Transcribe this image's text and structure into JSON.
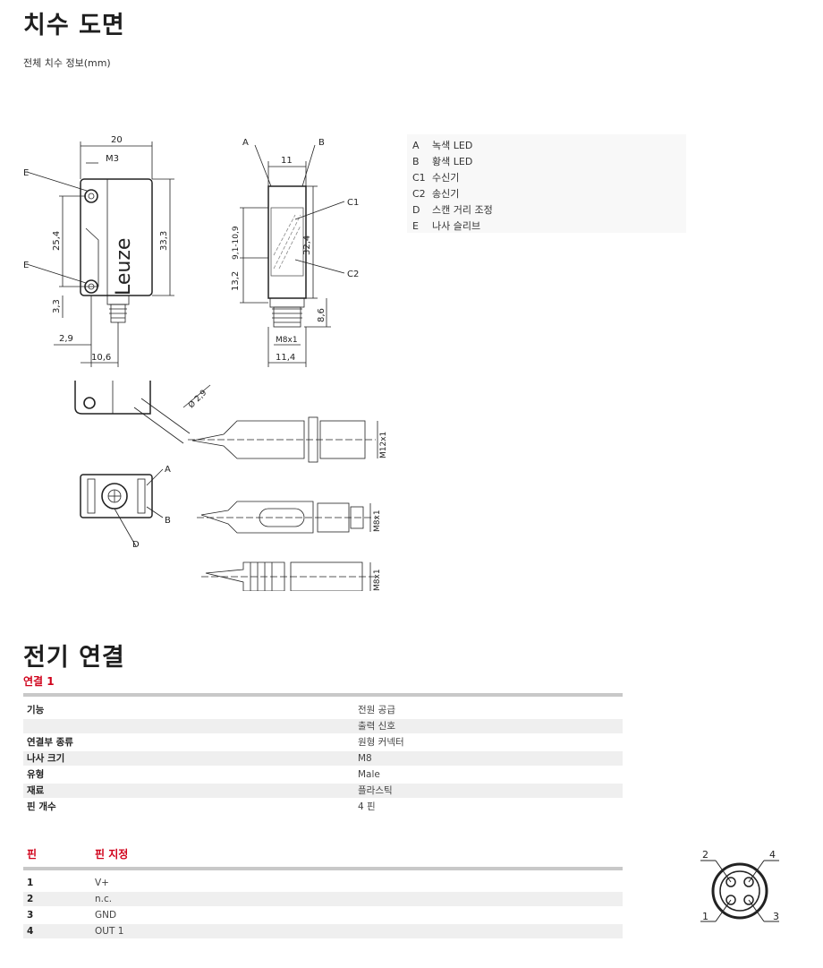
{
  "dim": {
    "title": "치수 도면",
    "subtitle": "전체 치수 정보(mm)",
    "legend": [
      {
        "key": "A",
        "text": "녹색 LED"
      },
      {
        "key": "B",
        "text": "황색 LED"
      },
      {
        "key": "C1",
        "text": "수신기"
      },
      {
        "key": "C2",
        "text": "송신기"
      },
      {
        "key": "D",
        "text": "스캔 거리 조정"
      },
      {
        "key": "E",
        "text": "나사 슬리브"
      }
    ],
    "labels": {
      "d20": "20",
      "m3": "M3",
      "d25_4": "25,4",
      "d33_3": "33,3",
      "d3_3": "3,3",
      "d2_9": "2,9",
      "d10_6": "10,6",
      "brand": "Leuze",
      "d11": "11",
      "d9_1": "9,1-10,9",
      "d32_4": "32,4",
      "d13_2": "13,2",
      "d8_6": "8,6",
      "m8x1": "M8x1",
      "d11_4": "11,4",
      "A": "A",
      "B": "B",
      "C1": "C1",
      "C2": "C2",
      "D": "D",
      "E": "E",
      "phi": "Ø 2,9",
      "m12x1": "M12x1"
    }
  },
  "elec": {
    "title": "전기 연결",
    "conn_title": "연결 1",
    "rows": [
      {
        "label": "기능",
        "value": "전원 공급"
      },
      {
        "label": "",
        "value": "출력 신호"
      },
      {
        "label": "연결부 종류",
        "value": "원형 커넥터"
      },
      {
        "label": "나사 크기",
        "value": "M8"
      },
      {
        "label": "유형",
        "value": "Male"
      },
      {
        "label": "재료",
        "value": "플라스틱"
      },
      {
        "label": "핀 개수",
        "value": "4 핀"
      }
    ],
    "pin_header": "핀",
    "assign_header": "핀 지정",
    "pins": [
      {
        "pin": "1",
        "assign": "V+"
      },
      {
        "pin": "2",
        "assign": "n.c."
      },
      {
        "pin": "3",
        "assign": "GND"
      },
      {
        "pin": "4",
        "assign": "OUT 1"
      }
    ],
    "diagram_labels": [
      "1",
      "2",
      "3",
      "4"
    ]
  }
}
